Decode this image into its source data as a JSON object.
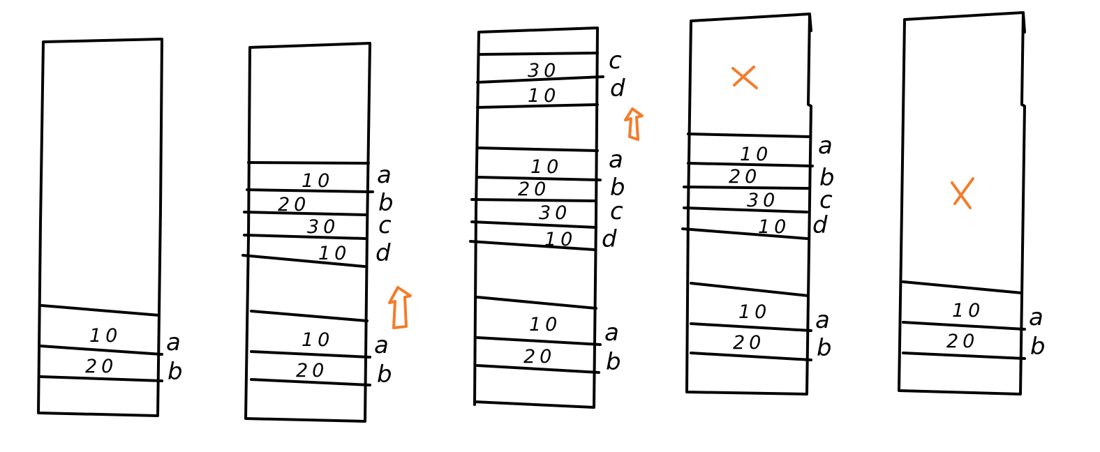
{
  "colors": {
    "ink": "#000000",
    "accent": "#f47c2a",
    "background": "#ffffff"
  },
  "columns": [
    {
      "cells": [
        {
          "value": "10",
          "label": "a"
        },
        {
          "value": "20",
          "label": "b"
        }
      ],
      "marks": []
    },
    {
      "cells": [
        {
          "value": "10",
          "label": "a"
        },
        {
          "value": "20",
          "label": "b"
        },
        {
          "value": "30",
          "label": "c"
        },
        {
          "value": "10",
          "label": "d"
        },
        {
          "value": "10",
          "label": "a"
        },
        {
          "value": "20",
          "label": "b"
        }
      ],
      "marks": [
        "up-arrow"
      ]
    },
    {
      "cells": [
        {
          "value": "30",
          "label": "c"
        },
        {
          "value": "10",
          "label": "d"
        },
        {
          "value": "10",
          "label": "a"
        },
        {
          "value": "20",
          "label": "b"
        },
        {
          "value": "30",
          "label": "c"
        },
        {
          "value": "10",
          "label": "d"
        },
        {
          "value": "10",
          "label": "a"
        },
        {
          "value": "20",
          "label": "b"
        }
      ],
      "marks": [
        "up-arrow"
      ]
    },
    {
      "cells": [
        {
          "value": "10",
          "label": "a"
        },
        {
          "value": "20",
          "label": "b"
        },
        {
          "value": "30",
          "label": "c"
        },
        {
          "value": "10",
          "label": "d"
        },
        {
          "value": "10",
          "label": "a"
        },
        {
          "value": "20",
          "label": "b"
        }
      ],
      "marks": [
        "cross"
      ]
    },
    {
      "cells": [
        {
          "value": "10",
          "label": "a"
        },
        {
          "value": "20",
          "label": "b"
        }
      ],
      "marks": [
        "cross"
      ]
    }
  ]
}
